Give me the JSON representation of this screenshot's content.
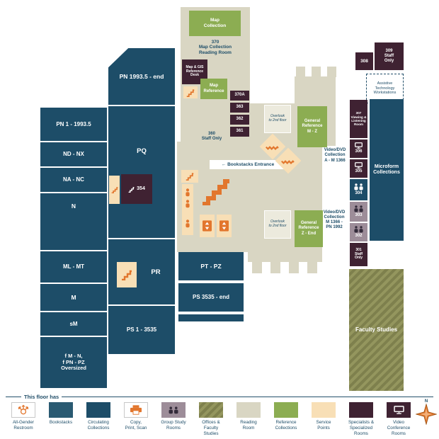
{
  "colors": {
    "navy": "#1d4d68",
    "navy_light": "#2a5a72",
    "beige": "#d9d6c3",
    "beige_light": "#eceadd",
    "green": "#8cad52",
    "orange": "#e2762d",
    "peach": "#f8dfb6",
    "maroon": "#3f2232",
    "mauve": "#9d8d99",
    "olive": "#8c8d58",
    "white": "#ffffff"
  },
  "icons": {
    "stairs-icon": "zigzag step path (orange)",
    "elevator-icon": "box with up/down arrows",
    "person-icon": "restroom figure",
    "people-icon": "two figures side by side",
    "printer-icon": "printer glyph",
    "screen-icon": "monitor / viewing screen",
    "all-gender-icon": "combined gender symbol",
    "compass-icon": "four-point star",
    "arrow-left-icon": "←"
  },
  "map_area": {
    "map_collection": "Map\nCollection",
    "room_370": "370\nMap Collection\nReading Room",
    "map_gis_desk": "Map & GIS\nReference\nDesk",
    "map_reference": "Map\nReference",
    "small_rooms": [
      "370A",
      "363",
      "362",
      "361"
    ],
    "staff_360": "360\nStaff Only"
  },
  "stacks": {
    "pn_end": "PN 1993.5 - end",
    "pn_start": "PN 1 - 1993.5",
    "nd_nx": "ND - NX",
    "na_nc": "NA - NC",
    "n": "N",
    "ml_mt": "ML - MT",
    "m": "M",
    "sm": "sM",
    "f_oversized": "f M - N,\nf PN - PZ\nOversized",
    "pq": "PQ",
    "room_354": "354",
    "pr": "PR",
    "ps_start": "PS 1 - 3535",
    "pt_pz": "PT - PZ",
    "ps_end": "PS 3535 - end"
  },
  "center": {
    "bookstacks_entrance": "← Bookstacks Entrance",
    "overlook_top": "Overlook\nto 2nd floor",
    "overlook_bottom": "Overlook\nto 2nd floor",
    "gen_ref_top": "General\nReference\nM - Z",
    "gen_ref_bottom": "General\nReference\nZ - End",
    "video_top": "Video/DVD\nCollection\nA - M 1366",
    "video_bottom": "Video/DVD\nCollection\nM 1366 -\nPN 1992"
  },
  "east": {
    "room_308": "308",
    "room_309": "309\nStaff\nOnly",
    "assistive": "Assistive\nTechnology\nWorkstations",
    "room_307": "307\nViewing &\nListening\nRoom",
    "room_306": "306",
    "room_305": "305",
    "room_304": "304",
    "room_303": "303",
    "room_302": "302",
    "room_301": "301\nStaff\nOnly",
    "microform": "Microform\nCollections",
    "faculty_studies": "Faculty Studies"
  },
  "legend": {
    "title": "This floor has",
    "compass_label": "N",
    "items": [
      {
        "label": "All-Gender\nRestroom"
      },
      {
        "label": "Bookstacks"
      },
      {
        "label": "Circulating\nCollections"
      },
      {
        "label": "Copy,\nPrint, Scan"
      },
      {
        "label": "Group Study\nRooms"
      },
      {
        "label": "Offices &\nFaculty\nStudies"
      },
      {
        "label": "Reading\nRoom"
      },
      {
        "label": "Reference\nCollections"
      },
      {
        "label": "Service\nPoints"
      },
      {
        "label": "Specialists &\nSpecialized\nRooms"
      },
      {
        "label": "Video\nConference\nRooms"
      }
    ]
  }
}
